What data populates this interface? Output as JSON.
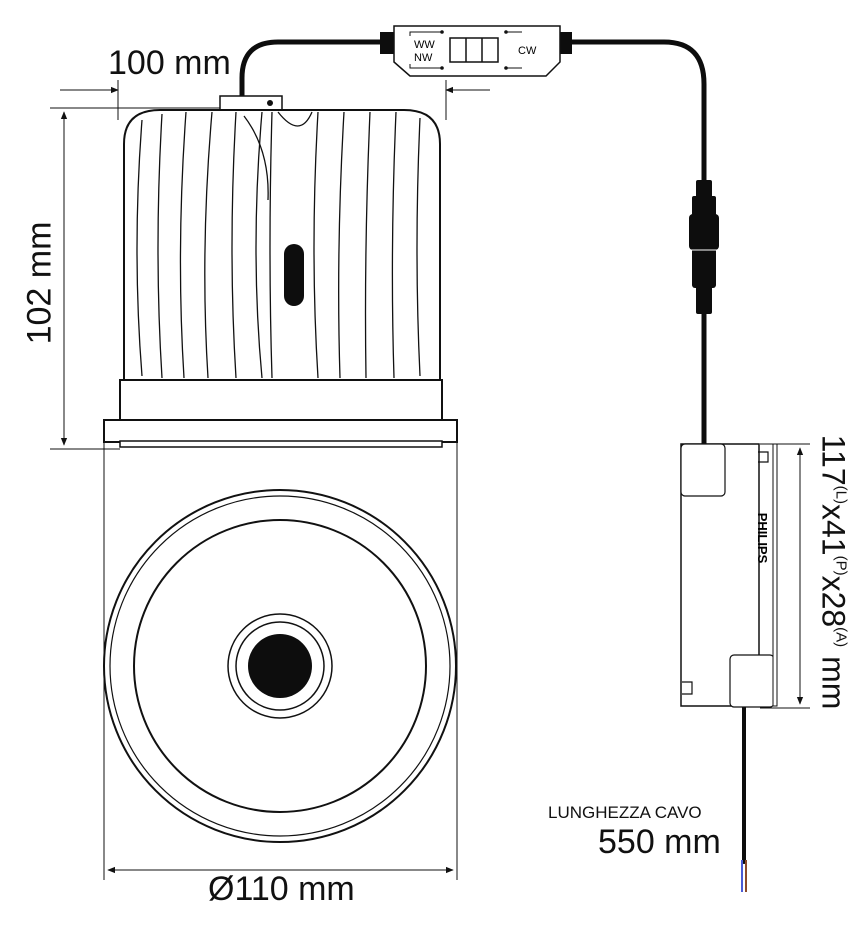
{
  "dimensions": {
    "width_label": "100 mm",
    "height_label": "102 mm",
    "diameter_label": "Ø110 mm",
    "driver_label": {
      "l_value": "117",
      "l_tag": "(L)",
      "p_value": "x41",
      "p_tag": "(P)",
      "a_value": "x28",
      "a_tag": "(A)",
      "unit": " mm"
    }
  },
  "switch": {
    "left_top": "WW",
    "left_bottom": "NW",
    "right": "CW"
  },
  "driver": {
    "brand": "PHILIPS"
  },
  "cable": {
    "caption": "LUNGHEZZA CAVO",
    "length": "550 mm"
  },
  "colors": {
    "line": "#111111",
    "cable": "#0d0d0d",
    "wire_blue": "#4a5bd6",
    "wire_brown": "#8b4a2b"
  }
}
